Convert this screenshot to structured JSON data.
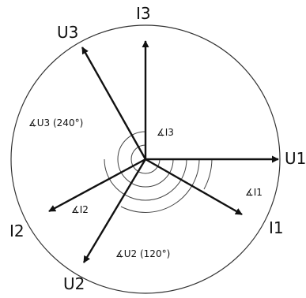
{
  "labels": {
    "U1": "U1",
    "U2": "U2",
    "U3": "U3",
    "I1": "I1",
    "I2": "I2",
    "I3": "I3"
  },
  "angle_labels": {
    "U3": "∡U3 (240°)",
    "I3": "∡I3",
    "I1": "∡I1",
    "I2": "∡I2",
    "U2": "∡U2 (120°)"
  },
  "colors": {
    "line": "#111111",
    "background": "#ffffff"
  }
}
